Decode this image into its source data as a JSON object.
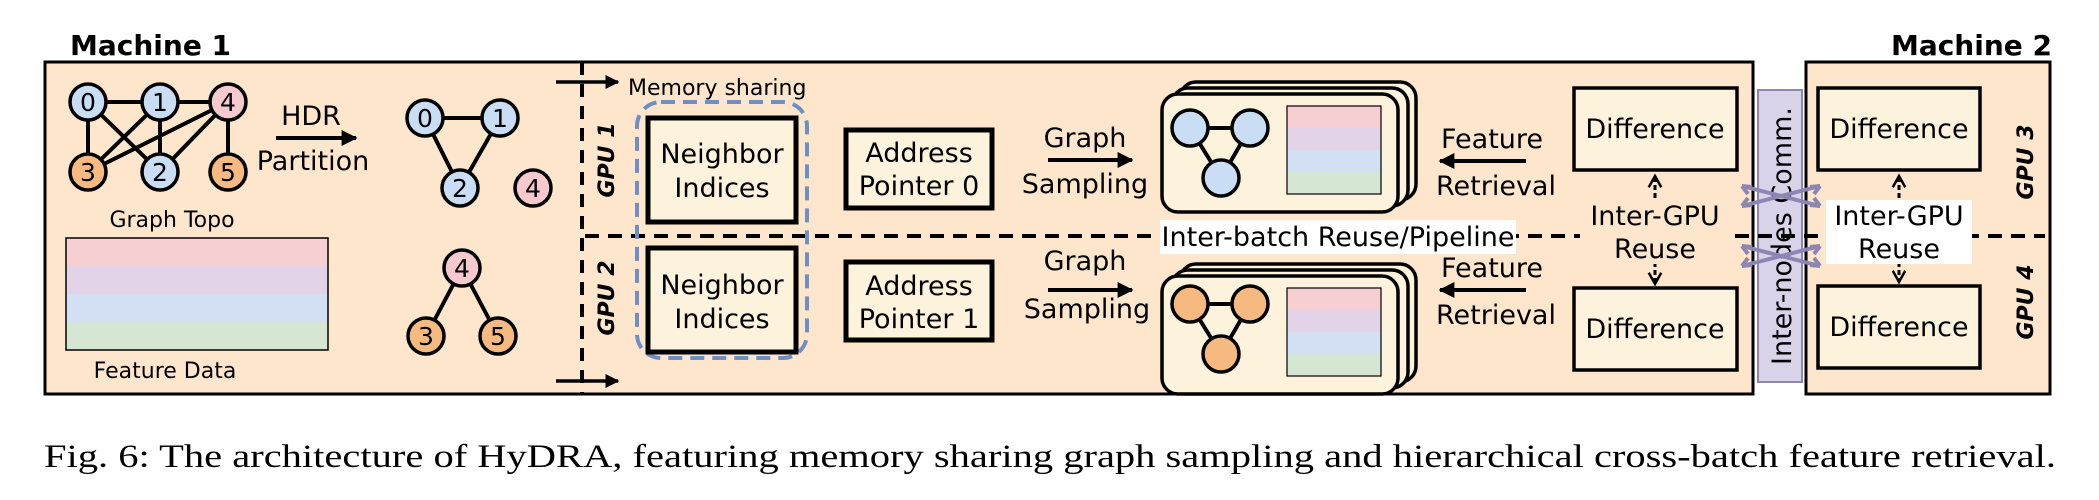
{
  "colors": {
    "machine_fill": "#fde6cc",
    "box_fill": "#fdf3dc",
    "node_blue": "#c9def5",
    "node_pink": "#f6c9cf",
    "node_orange": "#f6b97f",
    "dashed_blue": "#6d8fc4",
    "inter_node_fill": "#d9d3ea",
    "feature_stripes": [
      "#f6cfd3",
      "#e3d3e8",
      "#d3dff3",
      "#d5e6d3"
    ]
  },
  "machine1": {
    "title": "Machine 1",
    "graph_topo_label": "Graph Topo",
    "feature_data_label": "Feature Data",
    "hdr_label": "HDR",
    "partition_label": "Partition",
    "graph_nodes": [
      "0",
      "1",
      "4",
      "3",
      "2",
      "5"
    ],
    "partition1_nodes": [
      "0",
      "1",
      "2",
      "4"
    ],
    "partition2_nodes": [
      "4",
      "3",
      "5"
    ],
    "memory_sharing_label": "Memory sharing",
    "gpu1_label": "GPU 1",
    "gpu2_label": "GPU 2",
    "neighbor_indices_line1": "Neighbor",
    "neighbor_indices_line2": "Indices",
    "address_pointer_line1": "Address",
    "address_pointer0_line2": "Pointer 0",
    "address_pointer1_line2": "Pointer 1",
    "graph_sampling_line1": "Graph",
    "graph_sampling_line2": "Sampling",
    "feature_retrieval_line1": "Feature",
    "feature_retrieval_line2": "Retrieval",
    "inter_batch_label": "Inter-batch Reuse/Pipeline",
    "difference_label": "Difference",
    "inter_gpu_line1": "Inter-GPU",
    "inter_gpu_line2": "Reuse"
  },
  "inter_nodes_label": "Inter-nodes Comm.",
  "machine2": {
    "title": "Machine 2",
    "gpu3_label": "GPU 3",
    "gpu4_label": "GPU 4",
    "difference_label": "Difference",
    "inter_gpu_line1": "Inter-GPU",
    "inter_gpu_line2": "Reuse"
  },
  "caption": "Fig. 6: The architecture of HyDRA, featuring memory sharing graph sampling and hierarchical cross-batch feature retrieval."
}
